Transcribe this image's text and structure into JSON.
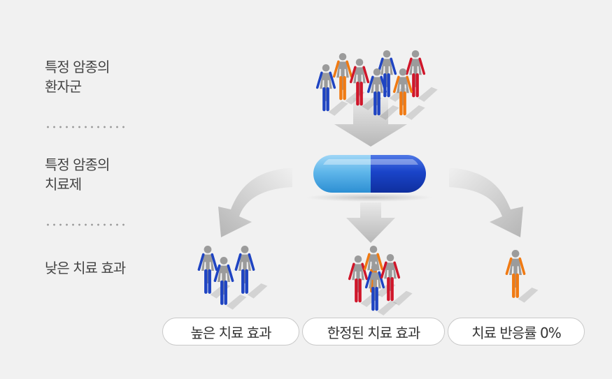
{
  "rows": {
    "patients": [
      "특정 암종의",
      "환자군"
    ],
    "drug": [
      "특정 암종의",
      "치료제"
    ],
    "effect": "낮은 치료 효과"
  },
  "outcomes": [
    {
      "label": "높은 치료 효과"
    },
    {
      "label": "한정된 치료 효과"
    },
    {
      "label": "치료 반응률 0%"
    }
  ],
  "colors": {
    "blue": "#1f44c2",
    "orange": "#f07a13",
    "red": "#d0162a",
    "gray": "#9b9b9b",
    "capsule_light": "#5fb6ea",
    "capsule_dark": "#1a44c9",
    "arrow": "#bdbdbd"
  },
  "icons": [
    "person-icon",
    "capsule-icon",
    "arrow-down-icon",
    "curved-arrow-left-icon",
    "curved-arrow-right-icon"
  ],
  "groups": {
    "top": [
      "blue",
      "orange",
      "red",
      "blue",
      "blue",
      "red",
      "orange"
    ],
    "left": [
      "blue",
      "blue",
      "blue"
    ],
    "middle": [
      "red",
      "orange",
      "blue",
      "red"
    ],
    "right": [
      "orange"
    ]
  }
}
